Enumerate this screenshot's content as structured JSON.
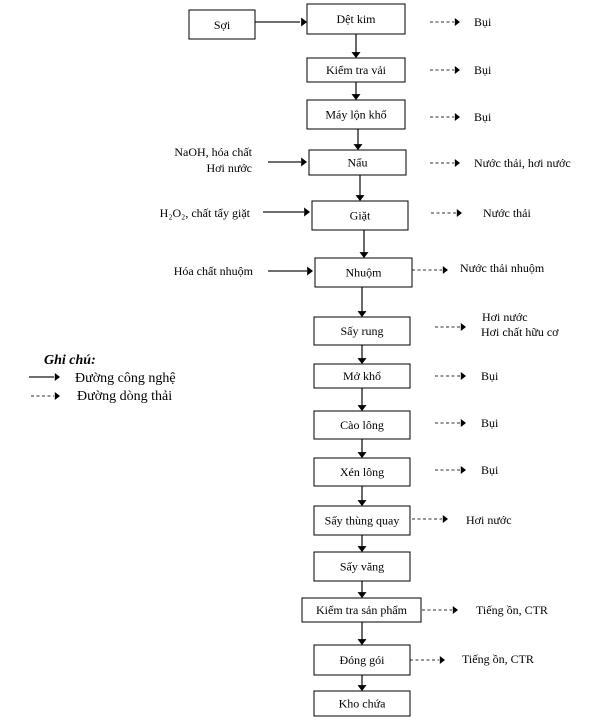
{
  "title": "Sơ đồ quy trình công nghệ dệt nhuộm kèm dòng thải",
  "input_material": "Sợi",
  "steps": [
    {
      "label": "Dệt kim",
      "waste": [
        "Bụi"
      ]
    },
    {
      "label": "Kiểm tra vải",
      "waste": [
        "Bụi"
      ]
    },
    {
      "label": "Máy lộn khổ",
      "waste": [
        "Bụi"
      ]
    },
    {
      "label": "Nấu",
      "inputs": [
        "NaOH, hóa chất",
        "Hơi nước"
      ],
      "waste": [
        "Nước thải, hơi nước"
      ]
    },
    {
      "label": "Giặt",
      "inputs": [
        "H₂O₂, chất tẩy giặt"
      ],
      "waste": [
        "Nước thải"
      ]
    },
    {
      "label": "Nhuộm",
      "inputs": [
        "Hóa chất nhuộm"
      ],
      "waste": [
        "Nước thải nhuộm"
      ]
    },
    {
      "label": "Sấy rung",
      "waste": [
        "Hơi nước",
        "Hơi chất hữu cơ"
      ]
    },
    {
      "label": "Mở khổ",
      "waste": [
        "Bụi"
      ]
    },
    {
      "label": "Cào lông",
      "waste": [
        "Bụi"
      ]
    },
    {
      "label": "Xén lông",
      "waste": [
        "Bụi"
      ]
    },
    {
      "label": "Sấy thùng quay",
      "waste": [
        "Hơi nước"
      ]
    },
    {
      "label": "Sấy văng",
      "waste": []
    },
    {
      "label": "Kiểm tra sản phẩm",
      "waste": [
        "Tiếng ồn, CTR"
      ]
    },
    {
      "label": "Đóng gói",
      "waste": [
        "Tiếng ồn, CTR"
      ]
    },
    {
      "label": "Kho chứa",
      "waste": []
    }
  ],
  "legend": {
    "title": "Ghi chú:",
    "solid_label": "Đường công nghệ",
    "dashed_label": "Đường dòng thải"
  }
}
